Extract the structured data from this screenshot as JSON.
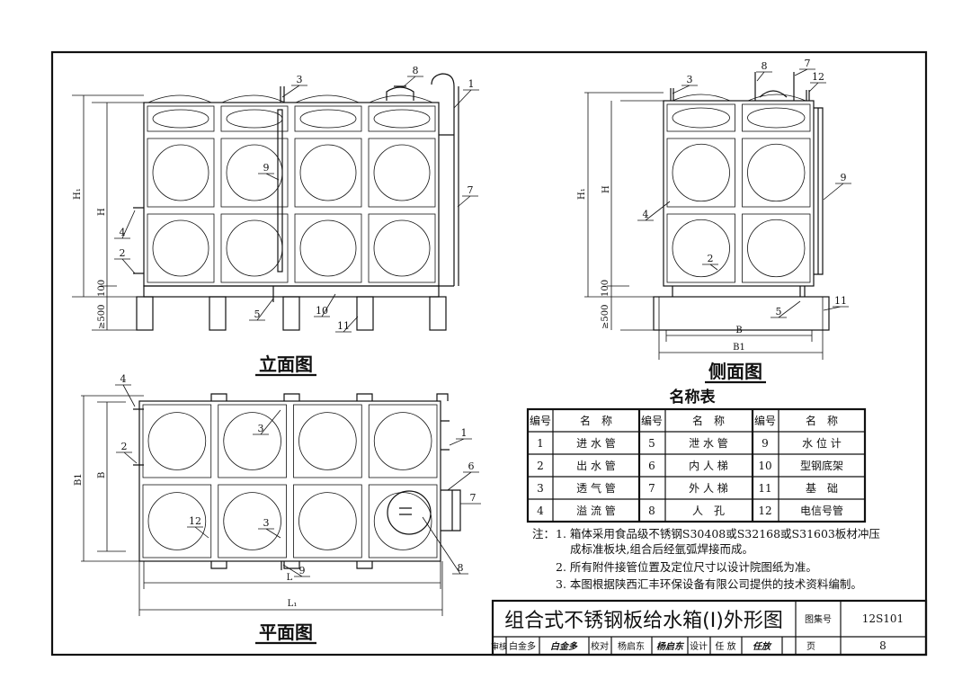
{
  "views": {
    "front_title": "立面图",
    "side_title": "侧面图",
    "plan_title": "平面图"
  },
  "dimensions": {
    "H1": "H₁",
    "H": "H",
    "d100": "100",
    "d500": "≥500",
    "B": "B",
    "B1": "B1",
    "L": "L",
    "L1": "L₁"
  },
  "callouts": [
    "1",
    "2",
    "3",
    "4",
    "5",
    "6",
    "7",
    "8",
    "9",
    "10",
    "11",
    "12"
  ],
  "parts_table": {
    "title": "名称表",
    "col_no": "编号",
    "col_name": "名　称",
    "rows": [
      {
        "no": "1",
        "name": "进 水 管"
      },
      {
        "no": "2",
        "name": "出 水 管"
      },
      {
        "no": "3",
        "name": "透 气 管"
      },
      {
        "no": "4",
        "name": "溢 流 管"
      },
      {
        "no": "5",
        "name": "泄 水 管"
      },
      {
        "no": "6",
        "name": "内 人 梯"
      },
      {
        "no": "7",
        "name": "外 人 梯"
      },
      {
        "no": "8",
        "name": "人　孔"
      },
      {
        "no": "9",
        "name": "水 位 计"
      },
      {
        "no": "10",
        "name": "型钢底架"
      },
      {
        "no": "11",
        "name": "基　础"
      },
      {
        "no": "12",
        "name": "电信号管"
      }
    ]
  },
  "notes": {
    "prefix": "注：",
    "items": [
      "1. 箱体采用食品级不锈钢S30408或S32168或S31603板材冲压",
      "成标准板块,组合后经氩弧焊接而成。",
      "2. 所有附件接管位置及定位尺寸以设计院图纸为准。",
      "3. 本图根据陕西汇丰环保设备有限公司提供的技术资料编制。"
    ]
  },
  "title_block": {
    "drawing_title": "组合式不锈钢板给水箱(Ⅰ)外形图",
    "atlas_label": "图集号",
    "atlas_no": "12S101",
    "review_label": "审核",
    "reviewer": "白金多",
    "reviewer_sig": "白金多",
    "check_label": "校对",
    "checker": "杨启东",
    "checker_sig": "杨启东",
    "design_label": "设计",
    "designer": "任 放",
    "designer_sig": "任放",
    "page_label": "页",
    "page_no": "8"
  }
}
